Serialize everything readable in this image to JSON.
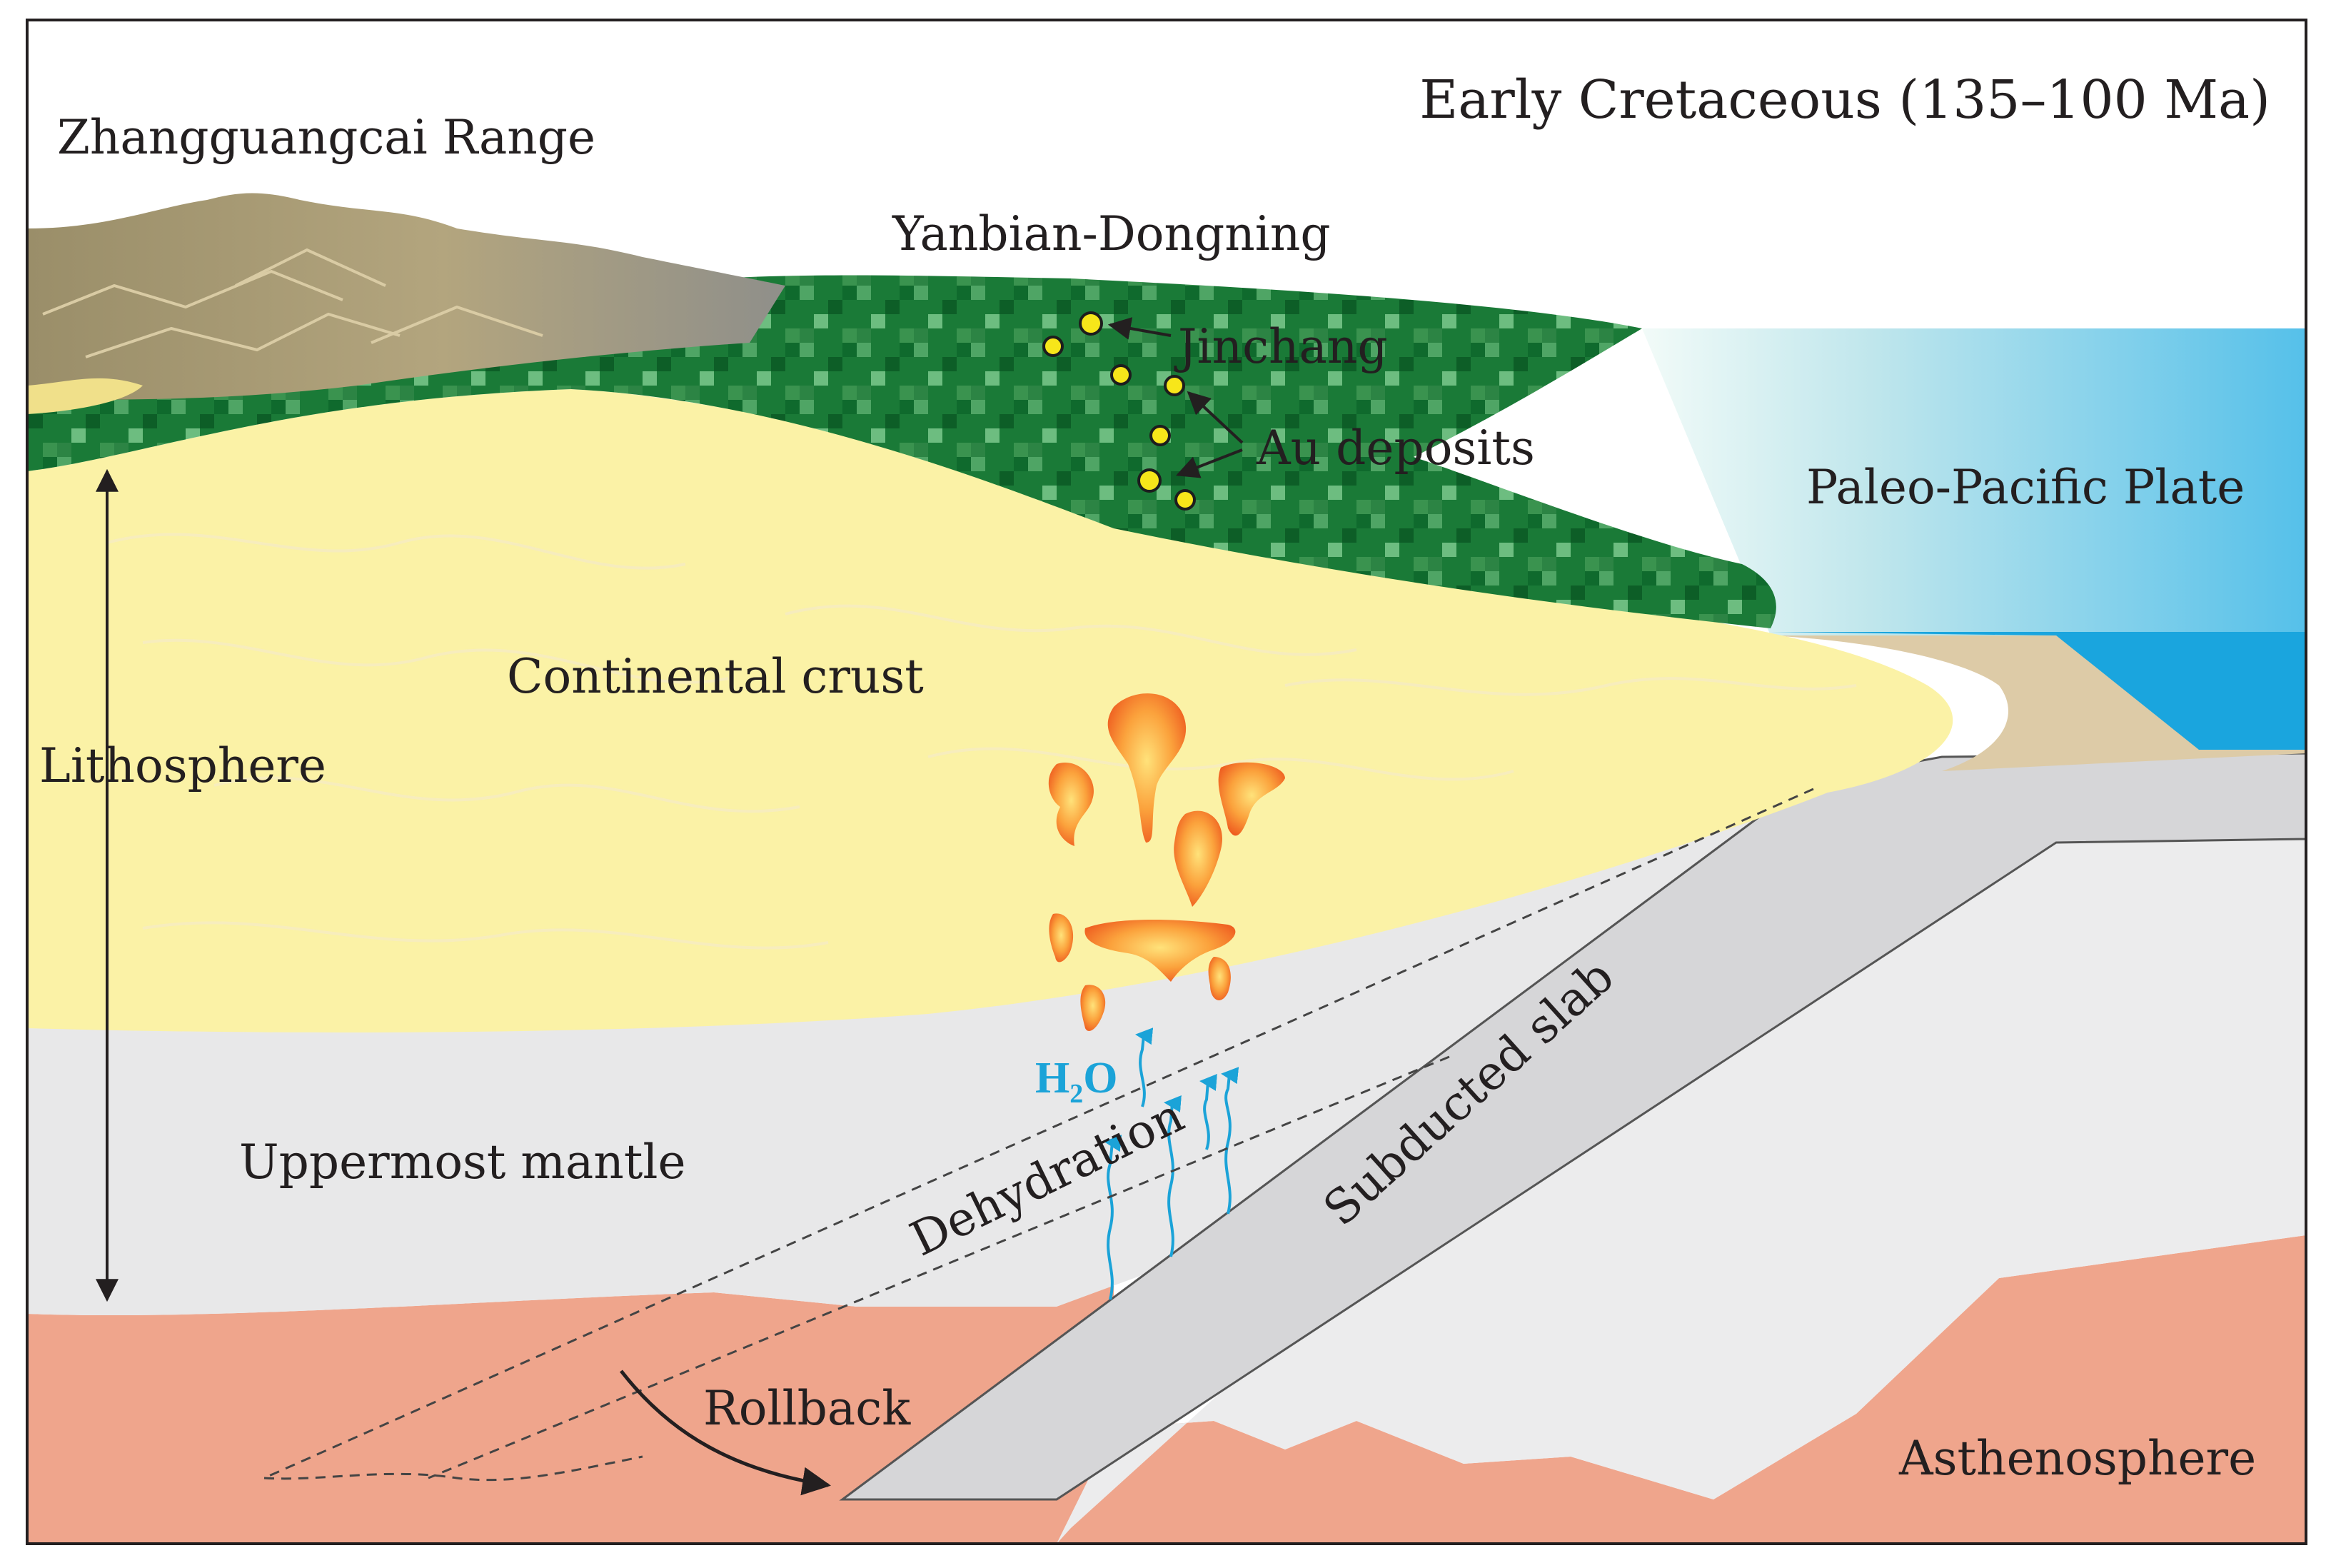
{
  "diagram": {
    "title": "Early Cretaceous (135–100 Ma)",
    "labels": {
      "range": "Zhangguangcai Range",
      "belt": "Yanbian-Dongning",
      "deposit_name": "Jinchang",
      "deposits": "Au deposits",
      "ocean_plate": "Paleo-Pacific Plate",
      "crust": "Continental crust",
      "lithosphere": "Lithosphere",
      "mantle": "Uppermost mantle",
      "dehydration": "Dehydration",
      "slab": "Subducted slab",
      "rollback": "Rollback",
      "asthenosphere": "Asthenosphere",
      "water_main": "H",
      "water_sub": "2",
      "water_tail": "O"
    },
    "colors": {
      "crust": "#fbf2a6",
      "mantle": "#e8e8e9",
      "asthenosphere": "#efa58c",
      "slab": "#d6d6d8",
      "forest_dark": "#0e6b2c",
      "forest_light": "#6fbf85",
      "range": "#a89a75",
      "ocean_light": "#d8f0f0",
      "ocean_deep": "#1aa5de",
      "sediment": "#ddcba7",
      "deposit_dot": "#f7e61a",
      "magma": "#f5732a",
      "water": "#1ba3d8"
    }
  }
}
